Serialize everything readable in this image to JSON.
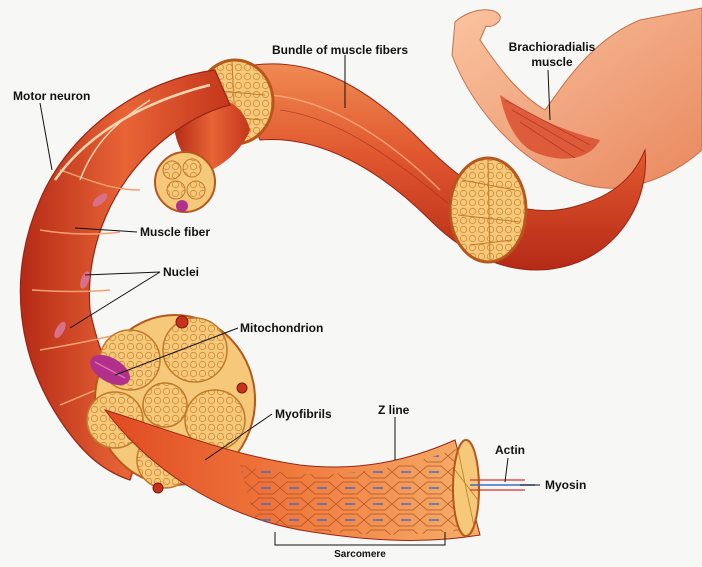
{
  "labels": {
    "bundle": "Bundle of muscle fibers",
    "brachioradialis_line1": "Brachioradialis",
    "brachioradialis_line2": "muscle",
    "motor_neuron": "Motor neuron",
    "muscle_fiber": "Muscle fiber",
    "nuclei": "Nuclei",
    "mitochondrion": "Mitochondrion",
    "myofibrils": "Myofibrils",
    "z_line": "Z line",
    "actin": "Actin",
    "myosin": "Myosin",
    "sarcomere": "Sarcomere"
  },
  "colors": {
    "background": "#f7f7f5",
    "muscle_dark": "#c8321a",
    "muscle_mid": "#e0562e",
    "muscle_light": "#f3905a",
    "fiber_fill": "#f6c97a",
    "fiber_outline": "#c07a2a",
    "skin": "#f2a27a",
    "nucleus": "#d9708a",
    "mitochondrion": "#b0308a",
    "z_line_blue": "#3a6ec8",
    "label_text": "#111111"
  }
}
